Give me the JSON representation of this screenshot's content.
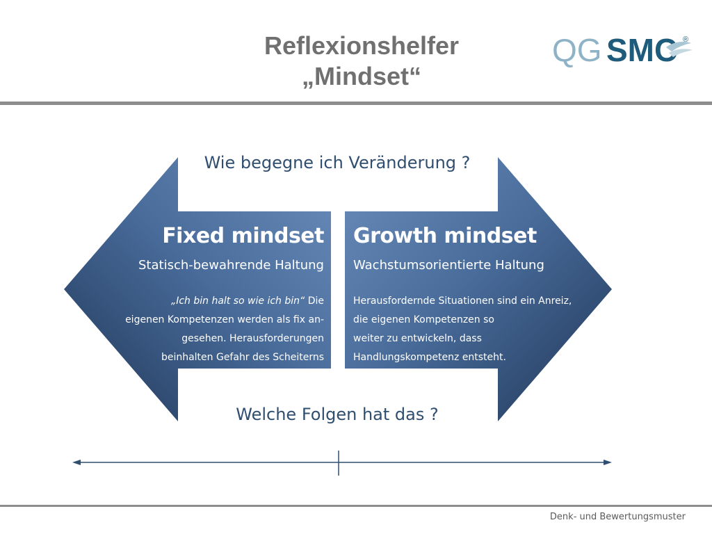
{
  "slide": {
    "title_line1": "Reflexionshelfer",
    "title_line2": "„Mindset“",
    "footer": "Denk- und Bewertungsmuster"
  },
  "logo": {
    "part1": "QG",
    "part2": "SMC",
    "mark": "®"
  },
  "diagram": {
    "question_top": "Wie begegne ich Veränderung ?",
    "question_bottom": "Welche Folgen hat das ?",
    "fixed": {
      "heading": "Fixed mindset",
      "subheading": "Statisch-bewahrende Haltung",
      "quote": "„Ich bin halt so wie ich  bin“",
      "line1_rest": " Die",
      "line2": "eigenen Kompetenzen werden als fix an-",
      "line3": "gesehen. Herausforderungen",
      "line4": "beinhalten Gefahr des Scheiterns"
    },
    "growth": {
      "heading": "Growth mindset",
      "subheading": "Wachstumsorientierte Haltung",
      "line1": "Herausfordernde Situationen sind ein Anreiz,",
      "line2": "die eigenen Kompetenzen so",
      "line3": "weiter zu entwickeln, dass",
      "line4": "Handlungskompetenz entsteht."
    }
  },
  "colors": {
    "arrow_light": "#5b7fae",
    "arrow_dark": "#1f3657",
    "question_text": "#2f4e70",
    "title_gray": "#707070",
    "logo_light": "#8fb3c6",
    "logo_dark": "#1f5b7a"
  }
}
